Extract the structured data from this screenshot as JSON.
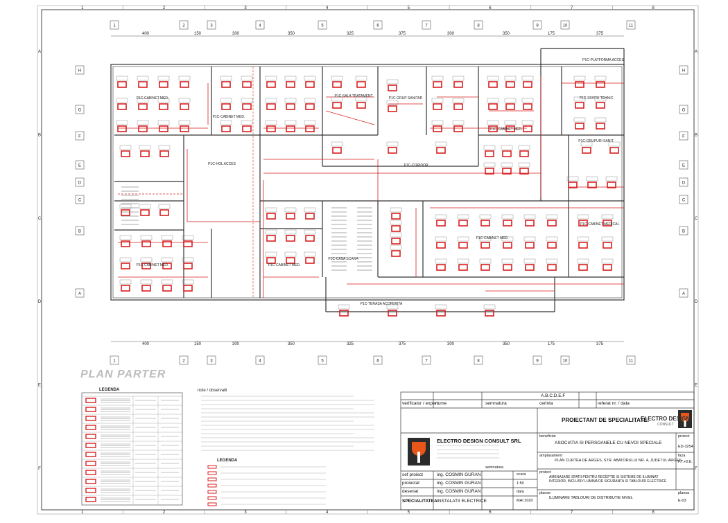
{
  "sheet": {
    "column_labels": [
      "1",
      "2",
      "3",
      "4",
      "5",
      "6",
      "7",
      "8"
    ],
    "row_labels": [
      "A",
      "B",
      "C",
      "D",
      "E",
      "F"
    ]
  },
  "plan": {
    "title": "PLAN PARTER",
    "top_axes": [
      "1",
      "2",
      "3",
      "4",
      "5",
      "6",
      "7",
      "8",
      "9",
      "10",
      "11"
    ],
    "side_axes": [
      "H",
      "G",
      "F",
      "E",
      "D",
      "C",
      "B",
      "A"
    ],
    "dimensions": [
      "400",
      "150",
      "300",
      "350",
      "325",
      "375",
      "300",
      "350",
      "175",
      "375"
    ],
    "rooms": [
      "P1C-CABINET MED.",
      "P1C-CABINET MED.",
      "P1C-SALA TRATAMENT",
      "P1C-GRUP SANITAR",
      "P1C-CABINET MED.",
      "P1C-SPATIU TEHNIC",
      "P1C-GRUPURI SANIT.",
      "P1C-HOL ACCES",
      "P1C-CORIDOR",
      "P1C-CABINET MED.",
      "P1C-CASA SCARA",
      "P1C-CABINET MED.",
      "P1C-CABINET MED.",
      "P1C-TERASA ACOPERITA",
      "P1C-PLATFORMA ACCES",
      "P1C-CABINET MEDICAL"
    ]
  },
  "legend": {
    "title": "LEGENDA",
    "rows": 12
  },
  "notes": {
    "title": "note / observatii",
    "legend2_title": "LEGENDA"
  },
  "title_block": {
    "a_b_c": "A.B.C.D.E.F",
    "verifier": "verificator / expert",
    "name": "nume",
    "signature": "semnatura",
    "requirement": "cerinta",
    "report": "referat nr. / data",
    "design_specialty": "PROIECTANT DE SPECIALITATE:",
    "logo_top": "ELECTRO DESIGN",
    "logo_sub": "CONSULT",
    "company": "ELECTRO DESIGN CONSULT SRL",
    "beneficiary_label": "beneficiar",
    "beneficiary": "ASOCIATIA SI PERSOANELE CU NEVOI SPECIALE",
    "location_label": "amplasament",
    "location": "PLAN CURTEA DE ARGES, STR. ABATORULUI NR. 4, JUDETUL ARGES",
    "project_label": "proiect",
    "project_code": "ED-3254",
    "faza_label": "faza",
    "faza": "P.T.+D.E.",
    "project_title_label": "proiect",
    "project_title": "AMENAJARE SPATII PENTRU RECEPTIE SI SISTEME DE ILUMINAT INTERIOR, INCLUSIV LUMINA DE SIGURANTA SI TABLOURI ELECTRICE",
    "drawing_label": "planse",
    "drawing_title": "ILUMINARE TABLOURI DE DISTRIBUTIE NIVEL",
    "plansa_label": "plansa",
    "plansa": "E-03",
    "scale_label": "scara",
    "scale": "1:50",
    "date_label": "data",
    "date": "MAI 2020",
    "sign_label": "semnatura",
    "roles": [
      {
        "role": "sef proiect",
        "person": "ing. COSMIN GURAN"
      },
      {
        "role": "proiectat",
        "person": "ing. COSMIN GURAN"
      },
      {
        "role": "desenat",
        "person": "ing. COSMIN GURAN"
      },
      {
        "role": "SPECIALITATEA",
        "person": "INSTALATII ELECTRICE"
      }
    ]
  }
}
